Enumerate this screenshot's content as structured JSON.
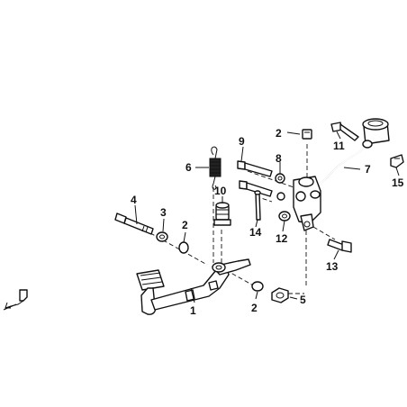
{
  "callouts": [
    {
      "id": "c1",
      "label": "1"
    },
    {
      "id": "c2a",
      "label": "2"
    },
    {
      "id": "c2b",
      "label": "2"
    },
    {
      "id": "c2c",
      "label": "2"
    },
    {
      "id": "c3",
      "label": "3"
    },
    {
      "id": "c4",
      "label": "4"
    },
    {
      "id": "c5",
      "label": "5"
    },
    {
      "id": "c6",
      "label": "6"
    },
    {
      "id": "c7",
      "label": "7"
    },
    {
      "id": "c8",
      "label": "8"
    },
    {
      "id": "c9",
      "label": "9"
    },
    {
      "id": "c10",
      "label": "10"
    },
    {
      "id": "c11",
      "label": "11"
    },
    {
      "id": "c12",
      "label": "12"
    },
    {
      "id": "c13",
      "label": "13"
    },
    {
      "id": "c14",
      "label": "14"
    },
    {
      "id": "c15",
      "label": "15"
    }
  ],
  "colors": {
    "line": "#111111",
    "background": "#ffffff"
  }
}
